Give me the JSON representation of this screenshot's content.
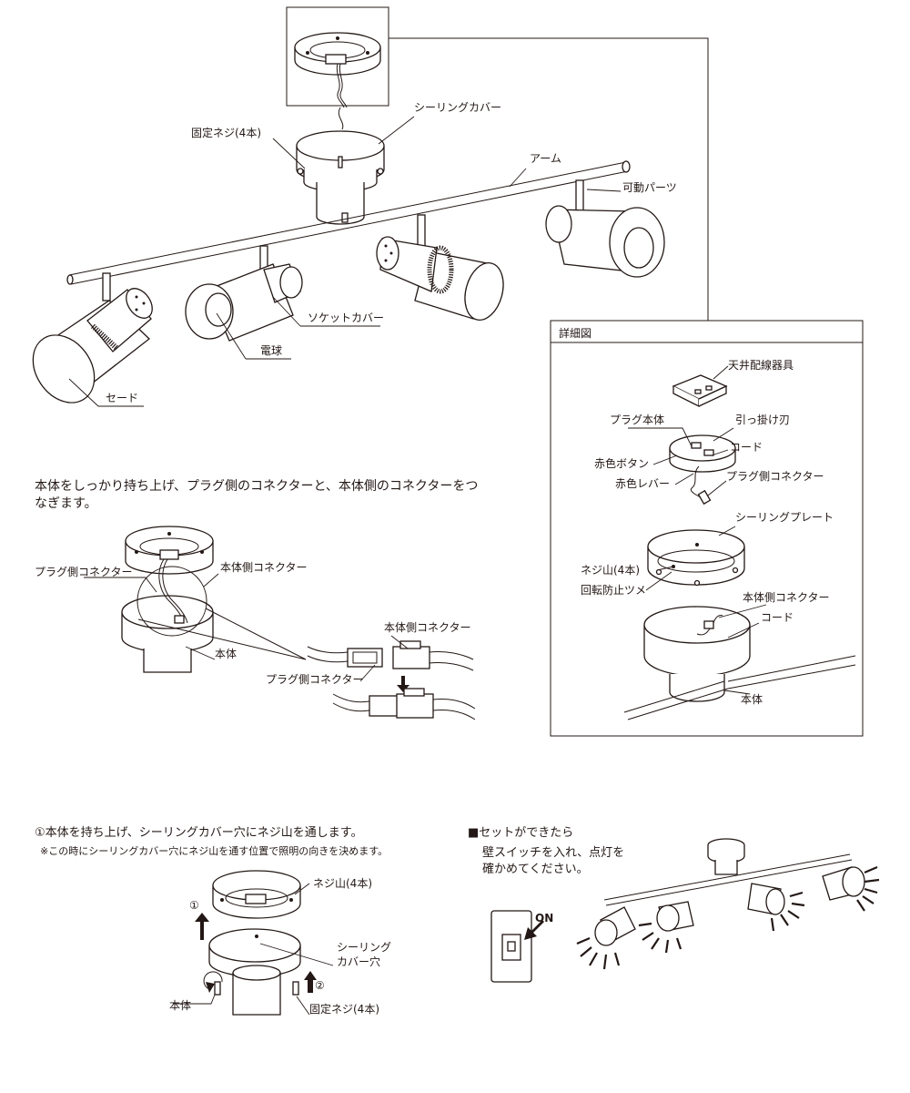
{
  "overview": {
    "ceiling_cover": "シーリングカバー",
    "fixing_screws": "固定ネジ(4本)",
    "arm": "アーム",
    "movable_parts": "可動パーツ",
    "socket_cover": "ソケットカバー",
    "bulb": "電球",
    "shade": "セード"
  },
  "detail": {
    "title": "詳細図",
    "ceiling_fitting": "天井配線器具",
    "hook_blade": "引っ掛け刃",
    "plug_body": "プラグ本体",
    "cord_top": "コード",
    "red_button": "赤色ボタン",
    "red_lever": "赤色レバー",
    "plug_connector": "プラグ側コネクター",
    "ceiling_plate": "シーリングプレート",
    "screw_posts": "ネジ山(4本)",
    "anti_rotation": "回転防止ツメ",
    "body_connector": "本体側コネクター",
    "cord_bottom": "コード",
    "body": "本体"
  },
  "connect": {
    "instruction_line1": "本体をしっかり持ち上げ、プラグ側のコネクターと、本体側のコネクターをつ",
    "instruction_line2": "なぎます。",
    "plug_connector": "プラグ側コネクター",
    "body_connector": "本体側コネクター",
    "body": "本体",
    "zoom_body_connector": "本体側コネクター",
    "zoom_plug_connector": "プラグ側コネクター"
  },
  "step1": {
    "instruction": "①本体を持ち上げ、シーリングカバー穴にネジ山を通します。",
    "note": "※この時にシーリングカバー穴にネジ山を通す位置で照明の向きを決めます。",
    "screw_posts": "ネジ山(4本)",
    "cover_hole_line1": "シーリング",
    "cover_hole_line2": "カバー穴",
    "body": "本体",
    "fixing_screws": "固定ネジ(4本)",
    "marker1": "①",
    "marker2": "②"
  },
  "setdone": {
    "title": "■セットができたら",
    "line1": "壁スイッチを入れ、点灯を",
    "line2": "確かめてください。",
    "on_label": "ON"
  }
}
